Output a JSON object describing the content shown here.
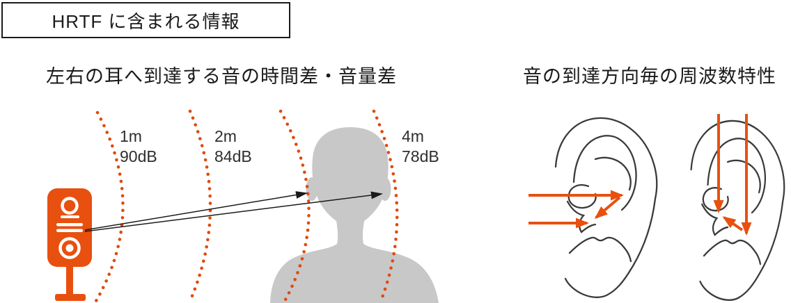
{
  "title_box": {
    "label": "HRTF に含まれる情報"
  },
  "left_panel": {
    "title": "左右の耳へ到達する音の時間差・音量差",
    "distance_labels": [
      {
        "distance": "1m",
        "level": "90dB"
      },
      {
        "distance": "2m",
        "level": "84dB"
      },
      {
        "distance": "4m",
        "level": "78dB"
      }
    ]
  },
  "right_panel": {
    "title": "音の到達方向毎の周波数特性"
  },
  "icons": {
    "speaker": "speaker-icon",
    "head": "listener-head-silhouette",
    "wavefronts": "dotted-wavefront-arcs",
    "sound_paths": "arrow-to-ears",
    "ear": "ear-outline-icon",
    "direction_arrows": "sound-direction-arrows"
  },
  "colors": {
    "accent_orange": "#E8500F",
    "wavefront_dot_orange": "#E04A0E",
    "head_gray": "#C8C8C8",
    "arrow_black": "#1A1A1A",
    "ear_line": "#3A3A3A"
  }
}
